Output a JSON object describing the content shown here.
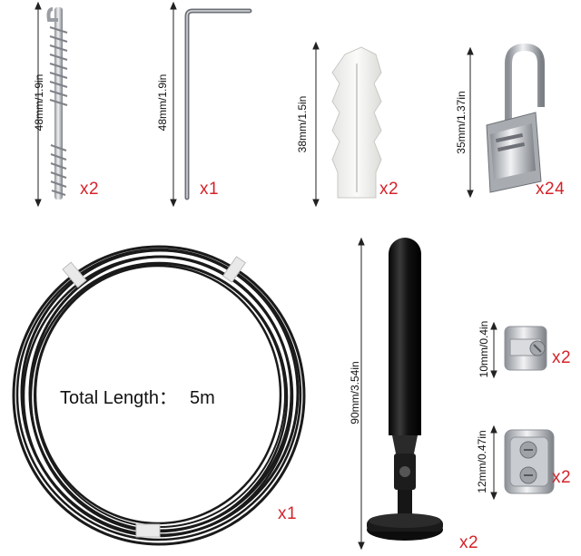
{
  "items": [
    {
      "name": "hook-screw",
      "size": "48mm/1.9in",
      "qty": "x2"
    },
    {
      "name": "hex-key",
      "size": "48mm/1.9in",
      "qty": "x1"
    },
    {
      "name": "wall-anchor",
      "size": "38mm/1.5in",
      "qty": "x2"
    },
    {
      "name": "curtain-clip",
      "size": "35mm/1.37in",
      "qty": "x24"
    },
    {
      "name": "wire-cable",
      "qty": "x1"
    },
    {
      "name": "wire-tensioner",
      "size": "90mm/3.54in",
      "qty": "x2"
    },
    {
      "name": "small-cable-clamp",
      "size": "10mm/0.4in",
      "qty": "x2"
    },
    {
      "name": "large-cable-clamp",
      "size": "12mm/0.47in",
      "qty": "x2"
    }
  ],
  "cable": {
    "label": "Total Length：",
    "value": "5m"
  },
  "colors": {
    "accent": "#d4232a",
    "cable": "#1a1a1a",
    "metal": "#b9bcc1"
  }
}
